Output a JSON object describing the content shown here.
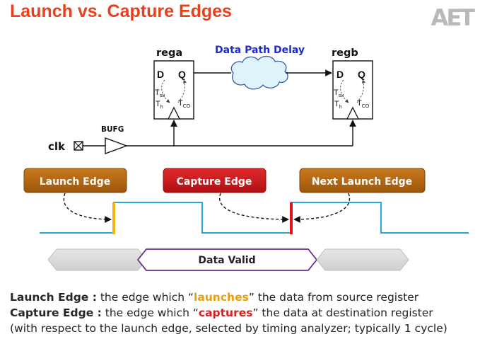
{
  "slide": {
    "title": "Launch vs. Capture Edges",
    "logo": "AET"
  },
  "diagram": {
    "rega_label": "rega",
    "regb_label": "regb",
    "path_delay_label": "Data Path Delay",
    "bufg_label": "BUFG",
    "clk_label": "clk",
    "pin_d": "D",
    "pin_q": "Q",
    "tsu_main": "T",
    "tsu_sub": "su",
    "th_main": "T",
    "th_sub": "h",
    "tco_main": "T",
    "tco_sub": "CO",
    "launch_edge_label": "Launch Edge",
    "capture_edge_label": "Capture  Edge",
    "next_launch_edge_label": "Next Launch Edge",
    "data_valid_label": "Data Valid",
    "colors": {
      "launch_box": "#b96a12",
      "capture_box": "#c9191e",
      "waveform": "#2aa6d6",
      "launch_marker": "#f3b515",
      "capture_marker": "#e1141b",
      "data_valid_border": "#6a2c8f",
      "cloud_border": "#3a5ba8",
      "path_delay_text": "#1d2ad0"
    }
  },
  "legend": {
    "line1_term": "Launch Edge :",
    "line1_pre": "  the edge which “",
    "line1_hl": "launches",
    "line1_post": "” the data from source register",
    "line2_term": "Capture Edge :",
    "line2_pre": " the edge which “",
    "line2_hl": "captures",
    "line2_post": "”  the data at destination register",
    "line3": " (with respect to the launch edge, selected by timing analyzer; typically 1 cycle)"
  }
}
